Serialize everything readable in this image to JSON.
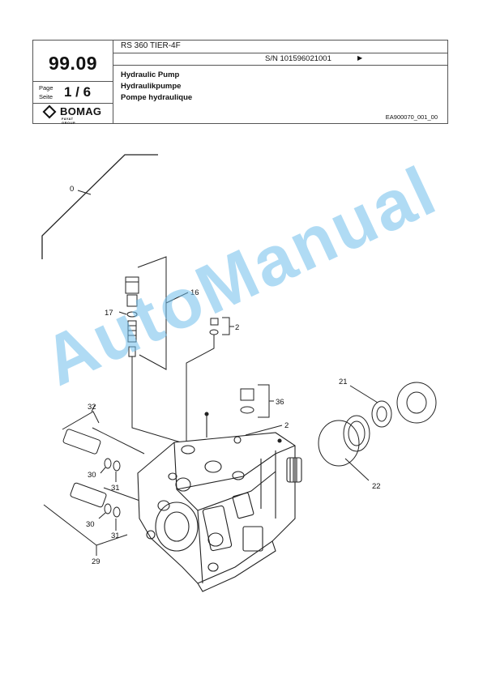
{
  "header": {
    "section_number": "99.09",
    "page_label_en": "Page",
    "page_label_de": "Seite",
    "page_number": "1 / 6",
    "model": "RS 360 TIER-4F",
    "serial": "S/N 101596021001",
    "serial_arrow": "▶",
    "title_en": "Hydraulic Pump",
    "title_de": "Hydraulikpumpe",
    "title_fr": "Pompe hydraulique",
    "doc_ref": "EA900070_001_00"
  },
  "logo": {
    "brand": "BOMAG",
    "subtitle": "FAYAT GROUP"
  },
  "watermark": "AutoManual",
  "callouts": {
    "c0": "0",
    "c16": "16",
    "c17": "17",
    "c2a": "2",
    "c36": "36",
    "c2b": "2",
    "c21": "21",
    "c32": "32",
    "c30a": "30",
    "c31a": "31",
    "c22": "22",
    "c30b": "30",
    "c31b": "31",
    "c29": "29"
  }
}
